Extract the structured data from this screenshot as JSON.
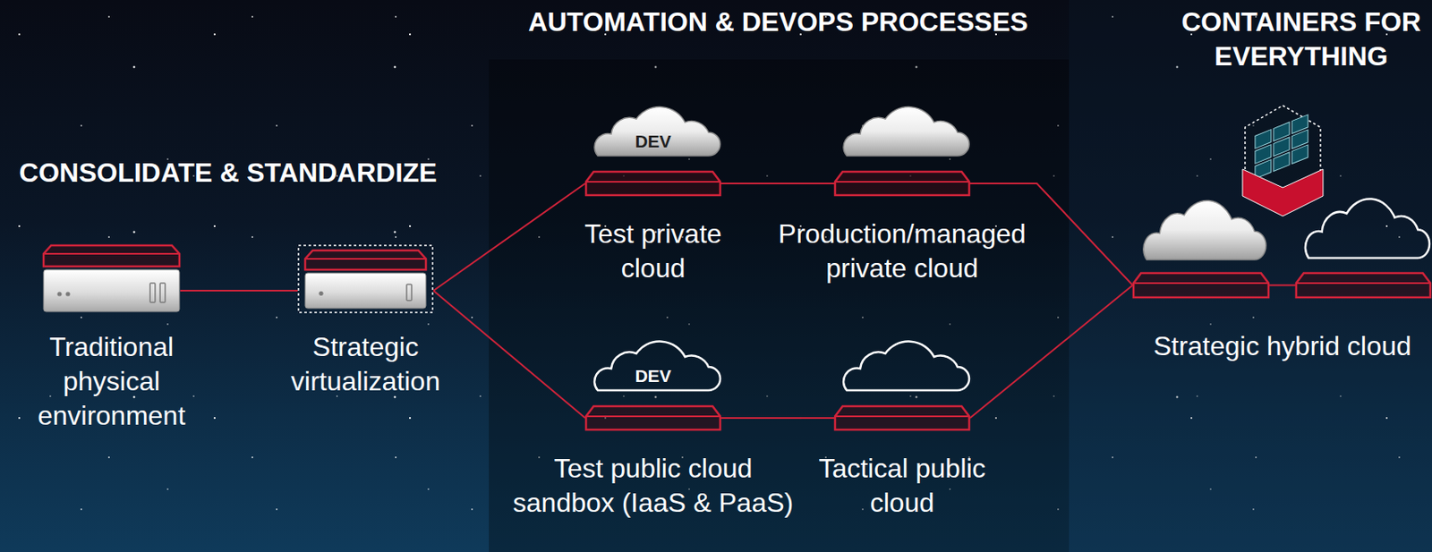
{
  "diagram": {
    "nodes": [
      {
        "text": [
          "Traditional physical environment"
        ]
      },
      {
        "text": [
          "Strategic virtualization"
        ]
      },
      {
        "text": [
          "DEV",
          "Test private cloud"
        ]
      },
      {
        "text": [
          "Production/managed private cloud"
        ]
      },
      {
        "text": [
          "DEV",
          "Test public cloud sandbox (IaaS & PaaS)"
        ]
      },
      {
        "text": [
          "Tactical public cloud"
        ]
      },
      {
        "text": [
          "Strategic hybrid cloud"
        ]
      }
    ],
    "edges": [
      {
        "from": 0,
        "to": 1,
        "arrow": "none"
      },
      {
        "from": 1,
        "to": 2,
        "arrow": "none"
      },
      {
        "from": 1,
        "to": 4,
        "arrow": "none"
      },
      {
        "from": 2,
        "to": 3,
        "arrow": "none"
      },
      {
        "from": 4,
        "to": 5,
        "arrow": "none"
      },
      {
        "from": 3,
        "to": 6,
        "arrow": "none"
      },
      {
        "from": 5,
        "to": 6,
        "arrow": "none"
      }
    ],
    "labels": [
      "CONSOLIDATE & STANDARDIZE",
      "AUTOMATION & DEVOPS PROCESSES",
      "CONTAINERS FOR EVERYTHING"
    ]
  }
}
